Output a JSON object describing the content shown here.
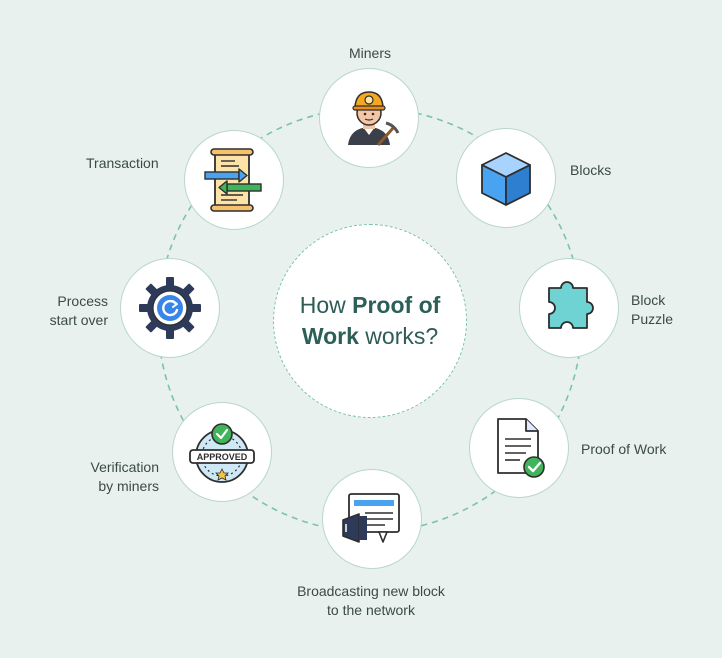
{
  "title": {
    "part1": "How ",
    "bold1": "Proof of",
    "bold2": "Work",
    "part2": " works?"
  },
  "steps": [
    {
      "label": "Miners",
      "icon": "miner-icon"
    },
    {
      "label": "Blocks",
      "icon": "cube-icon"
    },
    {
      "label": "Block\nPuzzle",
      "icon": "puzzle-piece-icon"
    },
    {
      "label": "Proof of Work",
      "icon": "document-check-icon"
    },
    {
      "label": "Broadcasting new block\nto the network",
      "icon": "broadcast-megaphone-icon"
    },
    {
      "label": "Verification\nby miners",
      "icon": "approved-badge-icon"
    },
    {
      "label": "Process\nstart over",
      "icon": "gear-refresh-icon"
    },
    {
      "label": "Transaction",
      "icon": "transaction-scroll-icon"
    }
  ],
  "colors": {
    "background": "#e8f1ee",
    "ring": "#7cc0b4",
    "title": "#2b5f58",
    "accent_blue": "#4aa3f0",
    "accent_teal": "#6fd3d3",
    "accent_green": "#3fb45a"
  }
}
